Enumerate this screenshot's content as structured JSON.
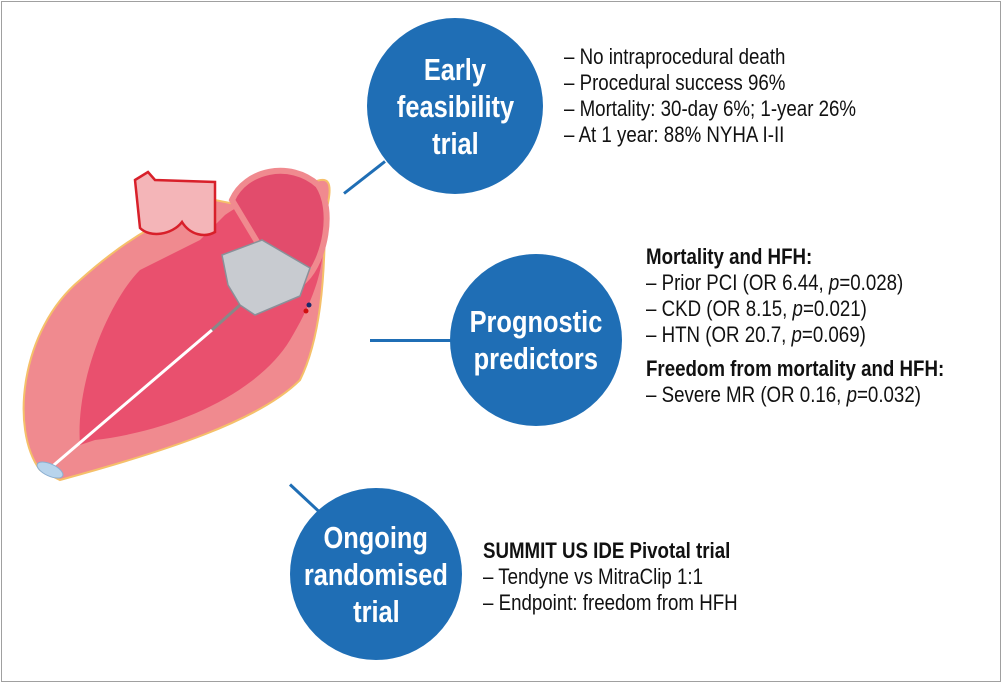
{
  "nodes": {
    "early": {
      "lines": [
        "Early",
        "feasibility",
        "trial"
      ],
      "bullets": [
        "– No intraprocedural death",
        "– Procedural success 96%",
        "– Mortality: 30-day 6%; 1-year 26%",
        "– At 1 year: 88% NYHA I-II"
      ]
    },
    "prognostic": {
      "lines": [
        "Prognostic",
        "predictors"
      ],
      "heading1": "Mortality and HFH:",
      "bullets1": [
        {
          "pre": "– Prior PCI (OR 6.44, ",
          "p": "p",
          "post": "=0.028)"
        },
        {
          "pre": "– CKD (OR 8.15, ",
          "p": "p",
          "post": "=0.021)"
        },
        {
          "pre": "– HTN (OR 20.7, ",
          "p": "p",
          "post": "=0.069)"
        }
      ],
      "heading2": "Freedom from mortality and HFH:",
      "bullets2": [
        {
          "pre": "– Severe MR (OR 0.16, ",
          "p": "p",
          "post": "=0.032)"
        }
      ]
    },
    "ongoing": {
      "lines": [
        "Ongoing",
        "randomised",
        "trial"
      ],
      "heading": "SUMMIT US IDE Pivotal trial",
      "bullets": [
        "– Tendyne vs MitraClip 1:1",
        "– Endpoint: freedom from HFH"
      ]
    }
  },
  "colors": {
    "circle": "#1f6eb5",
    "myocardium": "#f08a8f",
    "cavity": "#e9506e"
  }
}
